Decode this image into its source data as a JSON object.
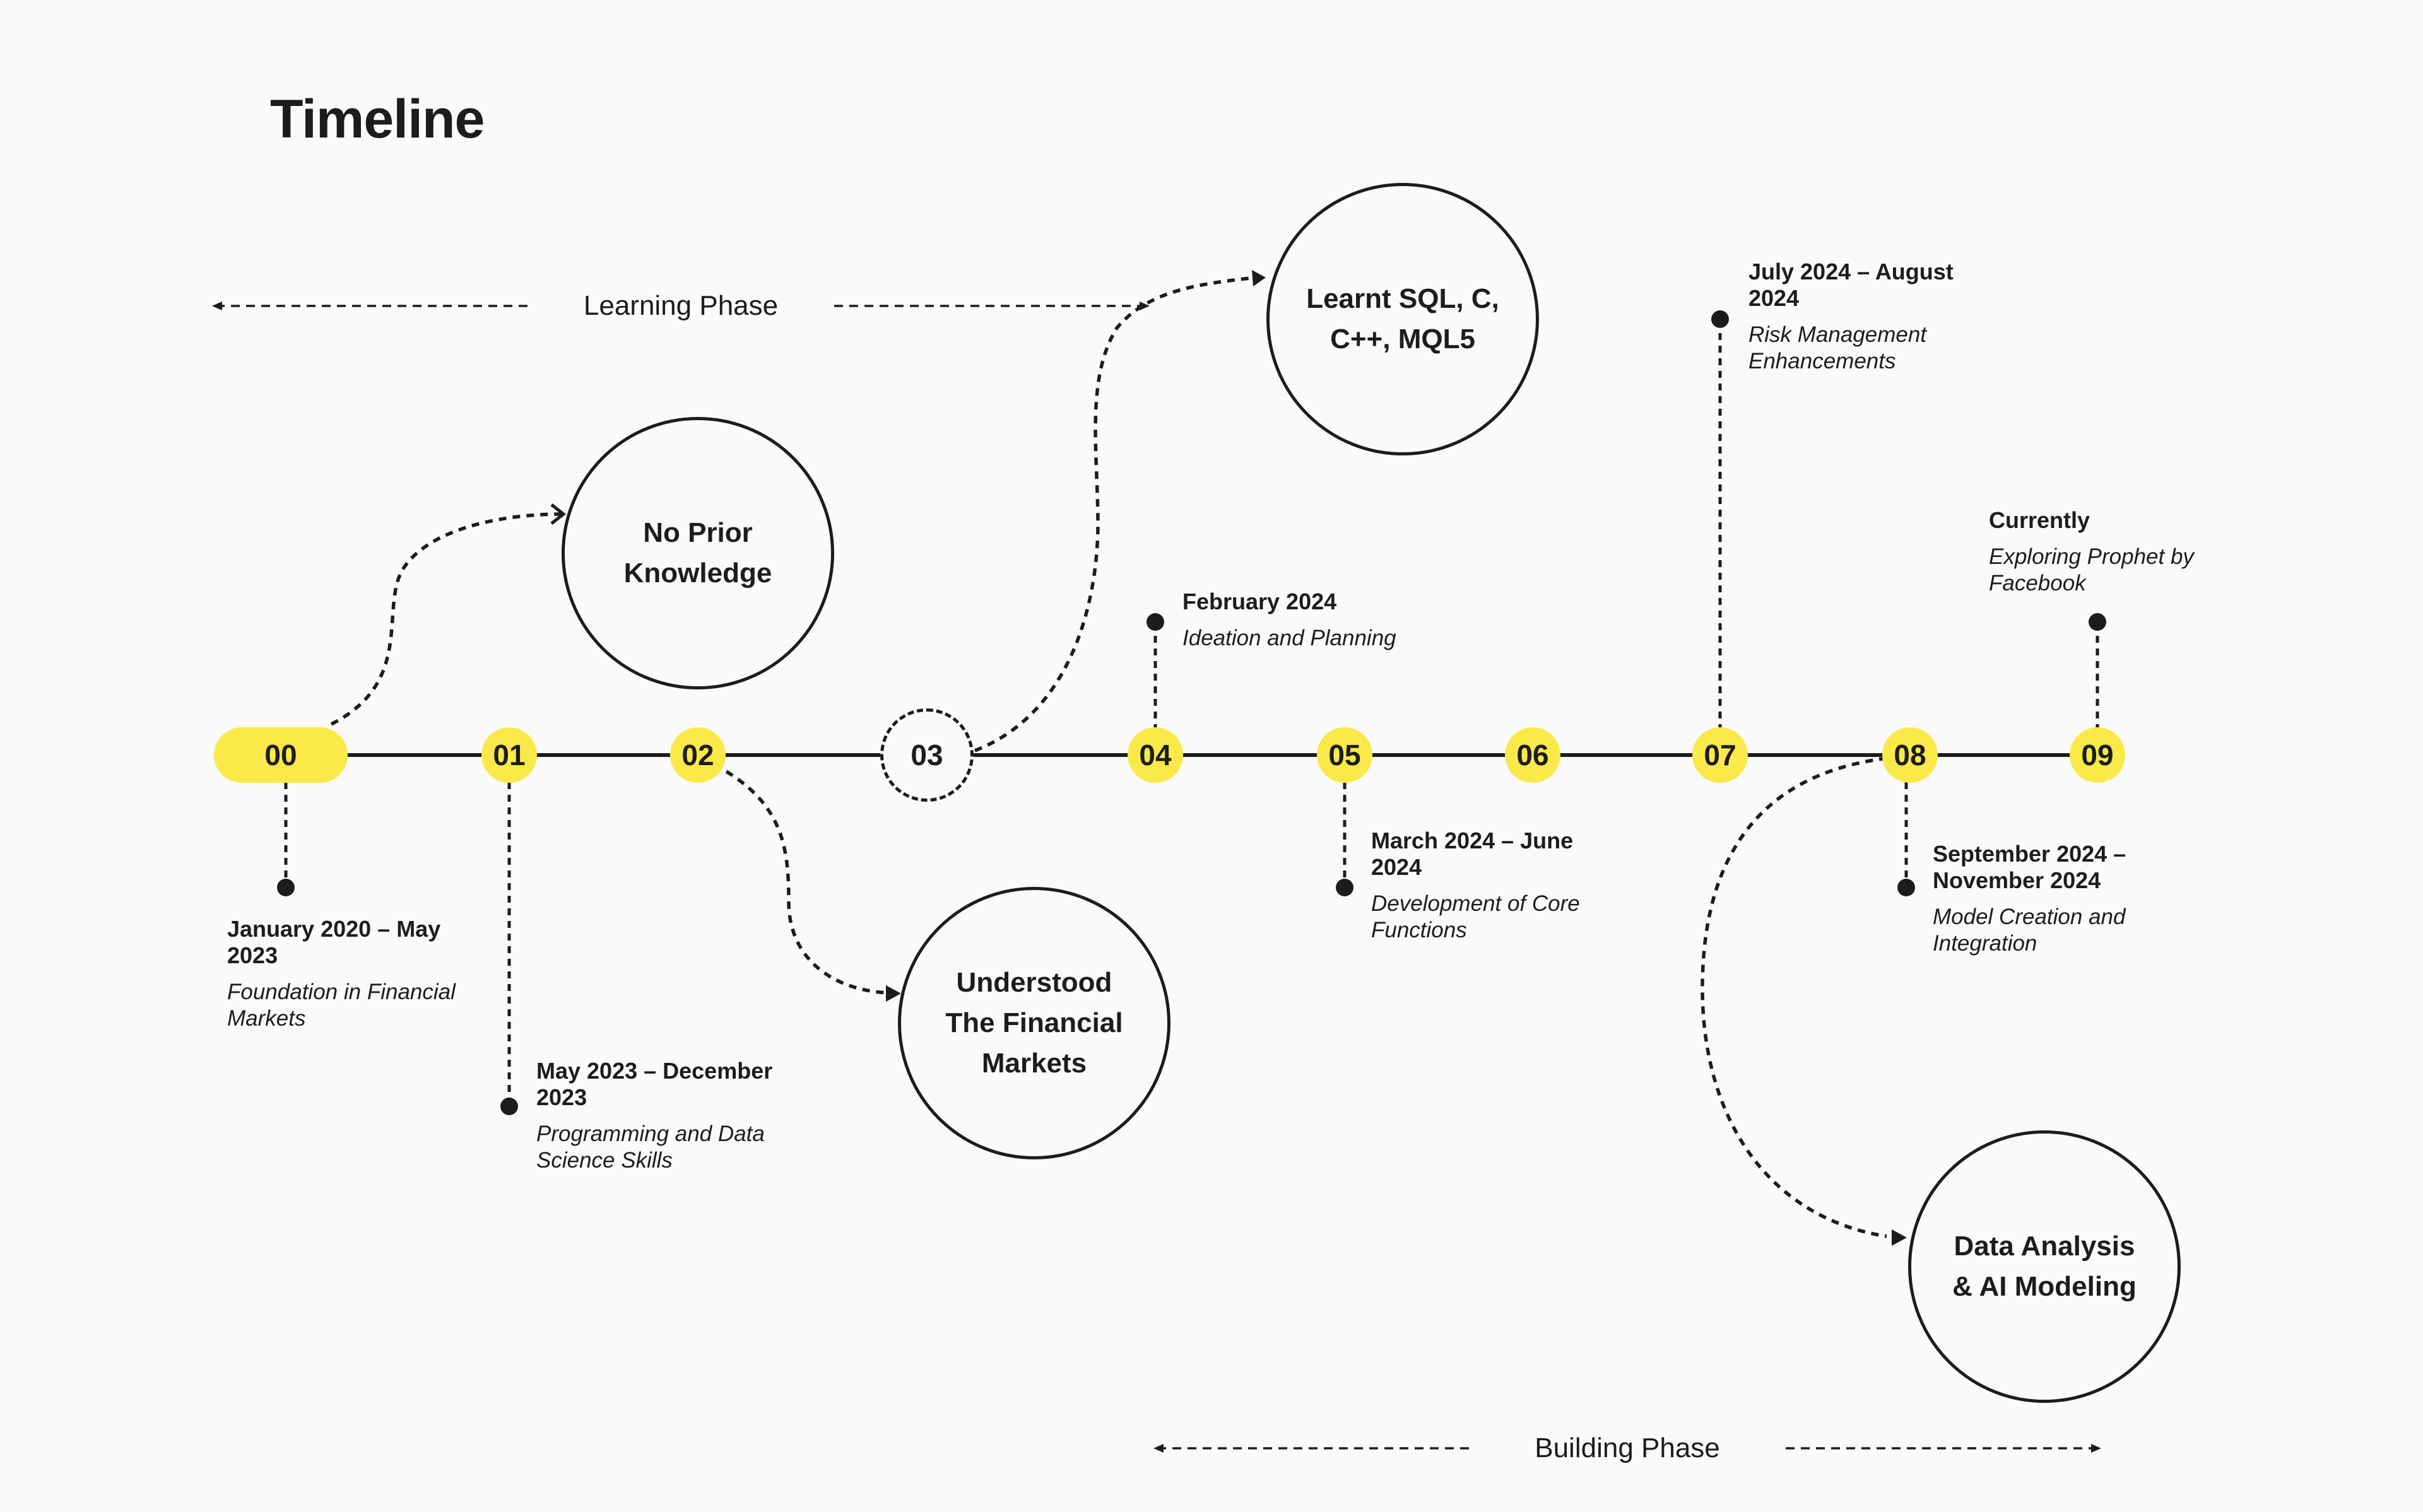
{
  "title": "Timeline",
  "phases": {
    "learning": "Learning Phase",
    "building": "Building Phase"
  },
  "colors": {
    "accent": "#fbe94a",
    "ink": "#1c1c1c",
    "background": "#fafafa"
  },
  "markers": [
    "00",
    "01",
    "02",
    "03",
    "04",
    "05",
    "06",
    "07",
    "08",
    "09"
  ],
  "milestones": [
    {
      "label": "No Prior Knowledge"
    },
    {
      "label": "Learnt SQL, C, C++, MQL5"
    },
    {
      "label": "Understood The Financial Markets"
    },
    {
      "label": "Data Analysis & AI Modeling"
    }
  ],
  "events": [
    {
      "date": "January 2020 – May 2023",
      "description": "Foundation in Financial Markets"
    },
    {
      "date": "May 2023 – December 2023",
      "description": "Programming and Data Science Skills"
    },
    {
      "date": "February 2024",
      "description": "Ideation and Planning"
    },
    {
      "date": "March 2024 – June 2024",
      "description": "Development of Core Functions"
    },
    {
      "date": "July 2024 – August 2024",
      "description": "Risk Management Enhancements"
    },
    {
      "date": "September 2024 – November 2024",
      "description": "Model Creation and Integration"
    },
    {
      "date": "Currently",
      "description": "Exploring Prophet by Facebook"
    }
  ]
}
